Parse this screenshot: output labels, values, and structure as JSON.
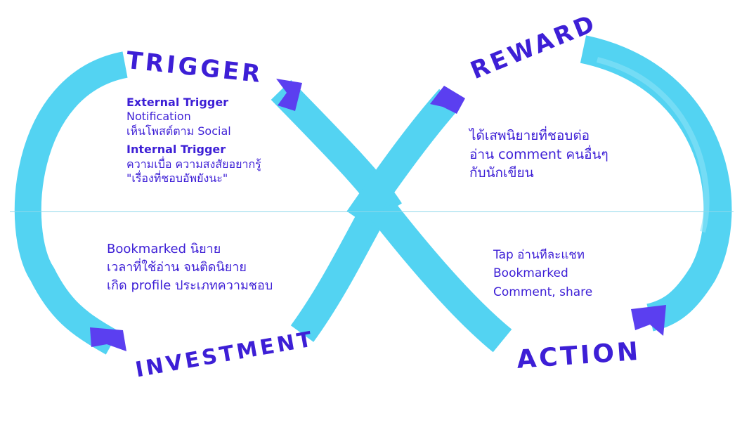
{
  "colors": {
    "band": "#53d3f2",
    "band_light": "#8ae2f7",
    "accent": "#3d1fd6",
    "arrow": "#5b3ff0"
  },
  "stages": {
    "trigger": "TRIGGER",
    "reward": "REWARD",
    "action": "ACTION",
    "investment": "INVESTMENT"
  },
  "trigger_block": {
    "external_heading": "External Trigger",
    "external_items": [
      "Notification",
      "เห็นโพสต์ตาม Social"
    ],
    "internal_heading": "Internal Trigger",
    "internal_items": [
      "ความเบื่อ ความสงสัยอยากรู้",
      "\"เรื่องที่ชอบอัพยังนะ\""
    ]
  },
  "reward_block": {
    "lines": [
      "ได้เสพนิยายที่ชอบต่อ",
      "อ่าน comment คนอื่นๆ",
      "กับนักเขียน"
    ]
  },
  "action_block": {
    "lines": [
      "Tap อ่านทีละแชท",
      "Bookmarked",
      "Comment, share"
    ]
  },
  "investment_block": {
    "lines": [
      "Bookmarked นิยาย",
      "เวลาที่ใช้อ่าน จนติดนิยาย",
      "เกิด profile ประเภทความชอบ"
    ]
  }
}
